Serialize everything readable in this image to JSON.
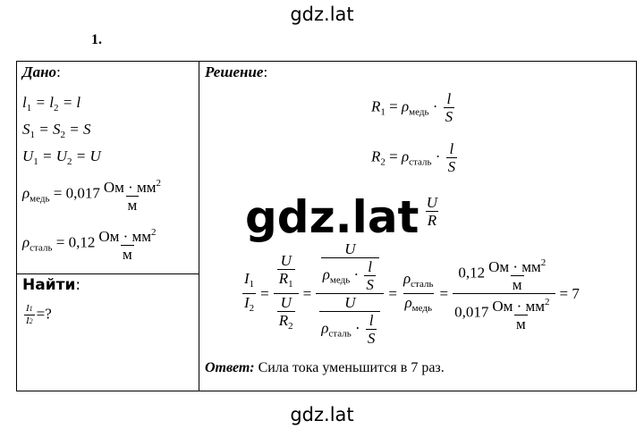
{
  "watermark": {
    "top": "gdz.lat",
    "center": "gdz.lat",
    "bottom": "gdz.lat"
  },
  "task_number": "1.",
  "given": {
    "heading": "Дано",
    "heading_colon": ":",
    "rho_label": "ρ",
    "rho_copper_sub": "медь",
    "rho_steel_sub": "сталь",
    "rho_copper_value": "= 0,017",
    "rho_steel_value": "= 0,12",
    "unit_num": "Ом · мм",
    "unit_sup": "2",
    "unit_den": "м"
  },
  "find": {
    "heading": "Найти",
    "heading_colon": ":",
    "query": "=?"
  },
  "solution": {
    "heading": "Решение",
    "heading_colon": ":",
    "num_l": "l",
    "den_S": "S",
    "num_U": "U",
    "den_R": "R",
    "result": "= 7",
    "v1": "0,12",
    "v2": "0,017"
  },
  "answer": {
    "label": "Ответ:",
    "text": " Сила тока уменьшится в 7 раз."
  }
}
